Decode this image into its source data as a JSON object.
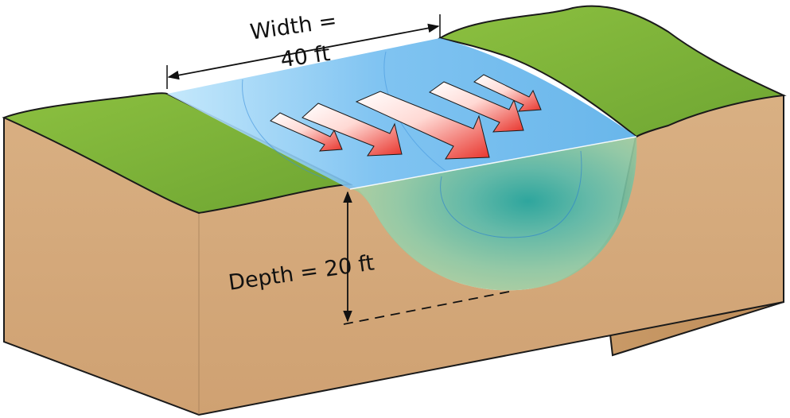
{
  "labels": {
    "width_line1": "Width =",
    "width_line2": "40 ft",
    "depth": "Depth = 20 ft"
  },
  "colors": {
    "grass": "#7fb43a",
    "soil_front": "#d6aa79",
    "soil_side": "#c99966",
    "water_top": "#8ccdf2",
    "water_channel": "#6fb3a0",
    "arrow": "#e8433a",
    "outline": "#1a1a1a"
  },
  "icons": {
    "flow_arrows": "right-arrow-icon",
    "dimension_arrows": "double-headed-arrow-icon"
  }
}
